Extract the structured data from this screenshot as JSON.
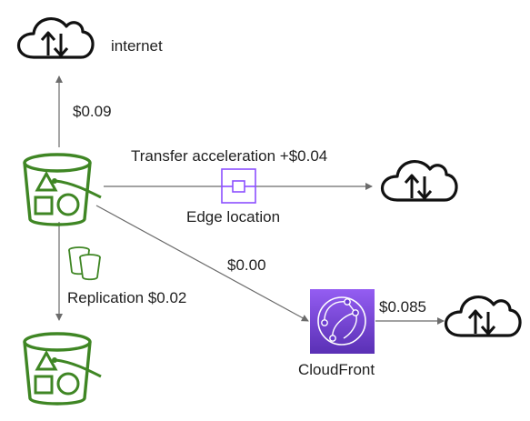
{
  "labels": {
    "internet": "internet",
    "price_internet": "$0.09",
    "transfer_acceleration": "Transfer acceleration +$0.04",
    "edge_location": "Edge location",
    "price_cloudfront": "$0.00",
    "replication": "Replication $0.02",
    "price_cloudfront_out": "$0.085",
    "cloudfront": "CloudFront"
  },
  "colors": {
    "bucket": "#3f8624",
    "cloudfront_top": "#945df2",
    "cloudfront_bottom": "#5a30b5",
    "edge_location": "#8c4fff",
    "arrow": "#6b6b6b",
    "cloud": "#111111"
  },
  "icons": {
    "source_bucket": "s3-bucket-icon",
    "replica_bucket": "s3-bucket-icon",
    "replication": "s3-replication-icon",
    "edge_location": "edge-location-icon",
    "cloudfront": "cloudfront-icon",
    "internet": "cloud-upload-download-icon"
  }
}
